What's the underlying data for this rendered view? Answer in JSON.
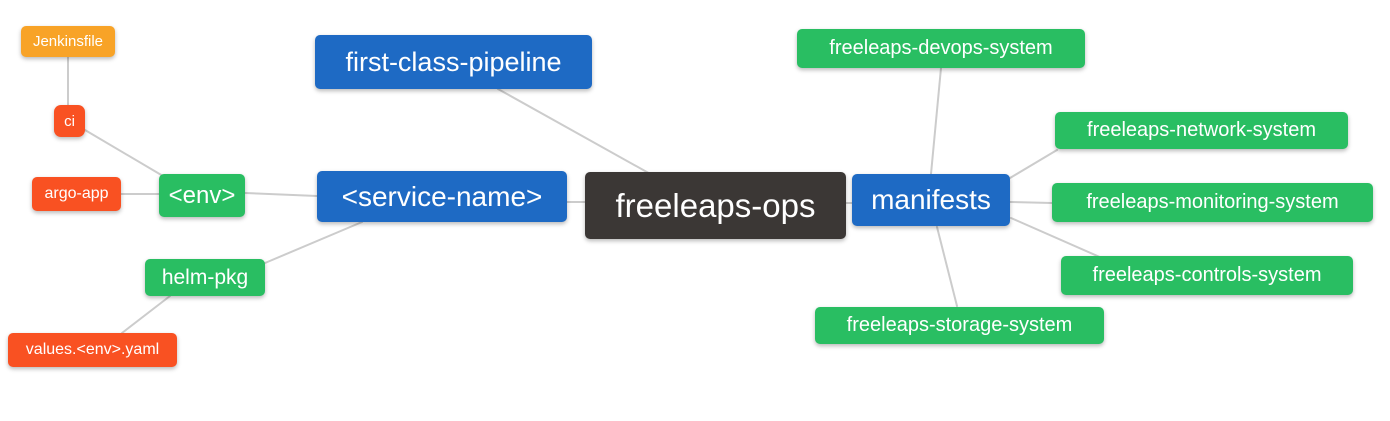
{
  "diagram": {
    "type": "mindmap",
    "root": "freeleaps-ops"
  },
  "palette": {
    "orange": "#F8A327",
    "red": "#F95122",
    "green": "#29BE62",
    "blue": "#1E6AC4",
    "dark": "#3B3735",
    "edge": "#CCCCCC",
    "text": "#FFFFFF",
    "background": "#FFFFFF"
  },
  "nodes": [
    {
      "id": "jenkinsfile",
      "label": "Jenkinsfile",
      "color": "orange"
    },
    {
      "id": "ci",
      "label": "ci",
      "color": "red"
    },
    {
      "id": "argo-app",
      "label": "argo-app",
      "color": "red"
    },
    {
      "id": "env",
      "label": "<env>",
      "color": "green"
    },
    {
      "id": "helm-pkg",
      "label": "helm-pkg",
      "color": "green"
    },
    {
      "id": "values-env-yaml",
      "label": "values.<env>.yaml",
      "color": "red"
    },
    {
      "id": "first-class-pipeline",
      "label": "first-class-pipeline",
      "color": "blue"
    },
    {
      "id": "service-name",
      "label": "<service-name>",
      "color": "blue"
    },
    {
      "id": "freeleaps-ops",
      "label": "freeleaps-ops",
      "color": "dark"
    },
    {
      "id": "manifests",
      "label": "manifests",
      "color": "blue"
    },
    {
      "id": "freeleaps-devops-system",
      "label": "freeleaps-devops-system",
      "color": "green"
    },
    {
      "id": "freeleaps-network-system",
      "label": "freeleaps-network-system",
      "color": "green"
    },
    {
      "id": "freeleaps-monitoring-system",
      "label": "freeleaps-monitoring-system",
      "color": "green"
    },
    {
      "id": "freeleaps-controls-system",
      "label": "freeleaps-controls-system",
      "color": "green"
    },
    {
      "id": "freeleaps-storage-system",
      "label": "freeleaps-storage-system",
      "color": "green"
    }
  ],
  "edges": [
    {
      "from": "jenkinsfile",
      "to": "ci"
    },
    {
      "from": "ci",
      "to": "env"
    },
    {
      "from": "argo-app",
      "to": "env"
    },
    {
      "from": "env",
      "to": "service-name"
    },
    {
      "from": "helm-pkg",
      "to": "service-name"
    },
    {
      "from": "values-env-yaml",
      "to": "helm-pkg"
    },
    {
      "from": "first-class-pipeline",
      "to": "freeleaps-ops"
    },
    {
      "from": "service-name",
      "to": "freeleaps-ops"
    },
    {
      "from": "freeleaps-ops",
      "to": "manifests"
    },
    {
      "from": "manifests",
      "to": "freeleaps-devops-system"
    },
    {
      "from": "manifests",
      "to": "freeleaps-network-system"
    },
    {
      "from": "manifests",
      "to": "freeleaps-monitoring-system"
    },
    {
      "from": "manifests",
      "to": "freeleaps-controls-system"
    },
    {
      "from": "manifests",
      "to": "freeleaps-storage-system"
    }
  ]
}
